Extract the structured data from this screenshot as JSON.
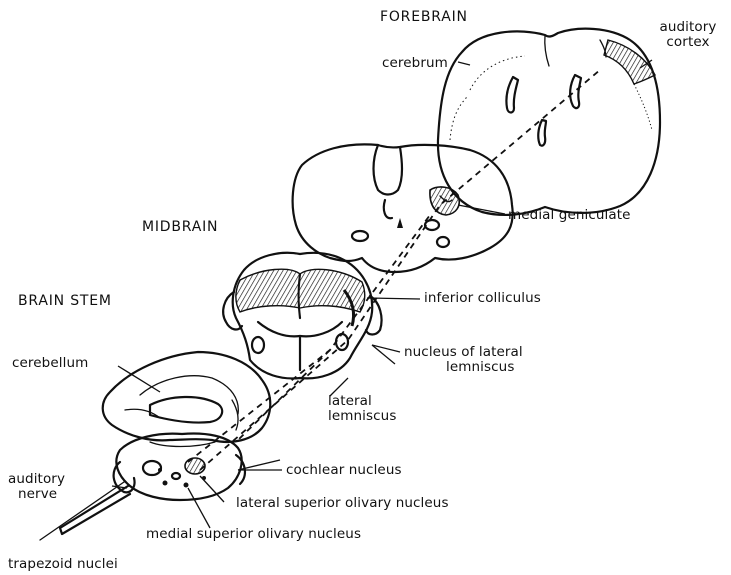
{
  "regions": {
    "forebrain": "FOREBRAIN",
    "midbrain": "MIDBRAIN",
    "brain_stem": "BRAIN STEM"
  },
  "labels": {
    "cerebrum": "cerebrum",
    "auditory_cortex_line1": "auditory",
    "auditory_cortex_line2": "cortex",
    "medial_geniculate": "medial geniculate",
    "inferior_colliculus": "inferior colliculus",
    "nucleus_lateral_lemniscus_line1": "nucleus of lateral",
    "nucleus_lateral_lemniscus_line2": "lemniscus",
    "lateral_lemniscus_line1": "lateral",
    "lateral_lemniscus_line2": "lemniscus",
    "cerebellum": "cerebellum",
    "auditory_nerve_line1": "auditory",
    "auditory_nerve_line2": "nerve",
    "cochlear_nucleus": "cochlear nucleus",
    "lateral_superior_olivary_nucleus": "lateral superior olivary nucleus",
    "medial_superior_olivary_nucleus": "medial superior olivary nucleus",
    "trapezoid_nuclei": "trapezoid nuclei"
  }
}
